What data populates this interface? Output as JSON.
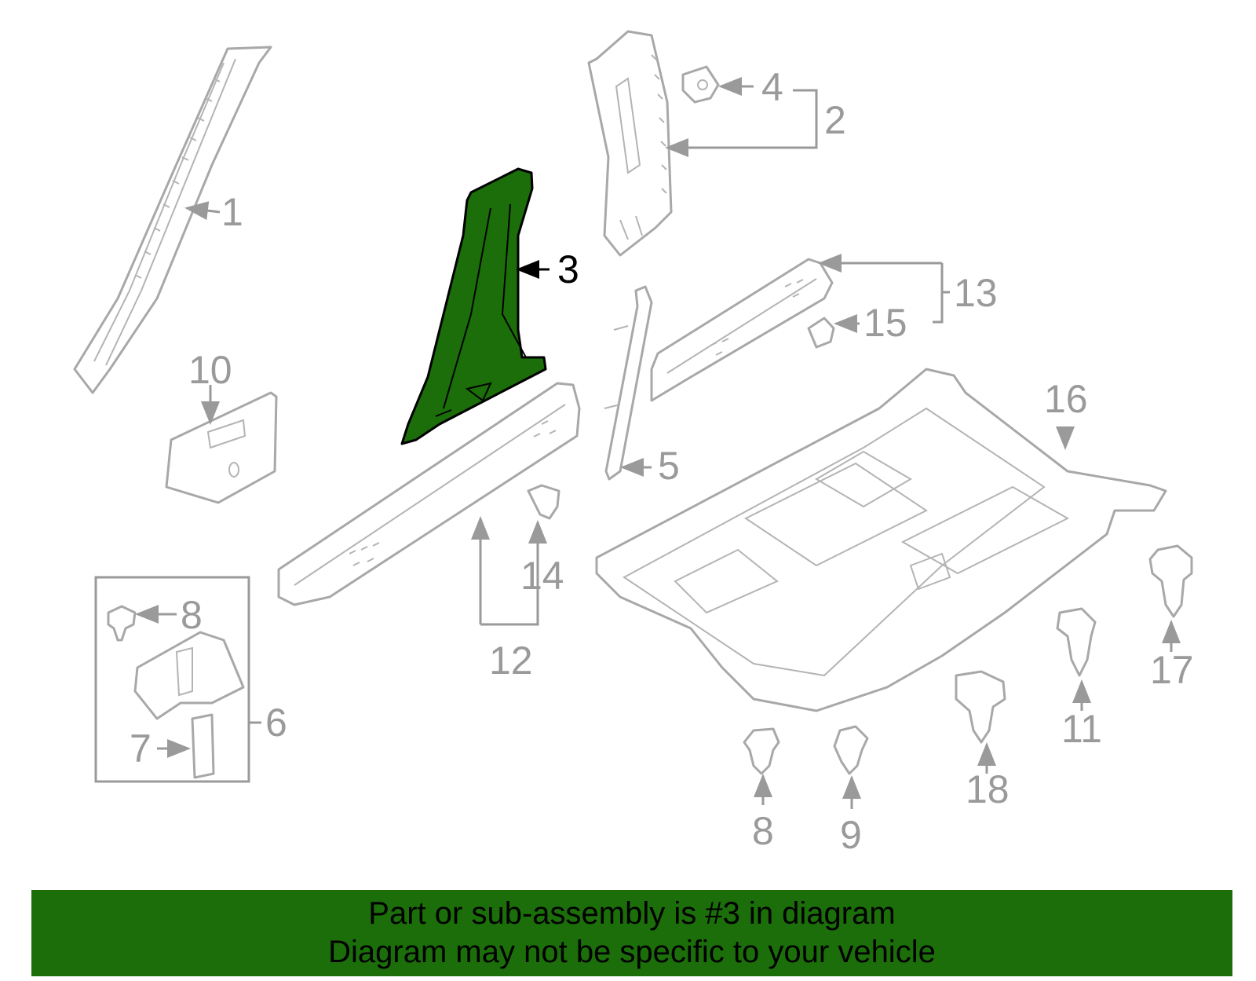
{
  "diagram": {
    "highlight_color": "#1b6e0a",
    "highlighted_part": "3",
    "callouts": {
      "c1": "1",
      "c2": "2",
      "c3": "3",
      "c4": "4",
      "c5": "5",
      "c6": "6",
      "c7": "7",
      "c8a": "8",
      "c8b": "8",
      "c9": "9",
      "c10": "10",
      "c11": "11",
      "c12": "12",
      "c13": "13",
      "c14": "14",
      "c15": "15",
      "c16": "16",
      "c17": "17",
      "c18": "18"
    }
  },
  "banner": {
    "line1": "Part or sub-assembly is #3 in diagram",
    "line2": "Diagram may not be specific to your vehicle"
  }
}
